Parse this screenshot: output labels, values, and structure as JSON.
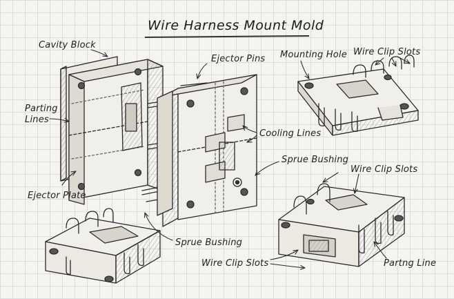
{
  "title": "Wire Harness Mount Mold",
  "labels": {
    "cavity_block": "Cavity Block",
    "ejector_pins": "Ejector Pins",
    "mounting_hole": "Mounting Hole",
    "wire_clip_slots_top": "Wire Clip Slots",
    "parting_lines": "Parting Lines",
    "cooling_lines": "Cooling Lines",
    "sprue_bushing_mid": "Sprue Bushing",
    "wire_clip_slots_mid": "Wire Clip Slots",
    "ejector_plate": "Ejector Plate",
    "sprue_bushing_bottom": "Sprue Bushing",
    "wire_clip_slots_bottom": "Wire Clip Slots",
    "parting_line": "Partng Line"
  },
  "colors": {
    "ink": "#2a2a2a",
    "paper": "#f5f4f0",
    "grid": "#d9dde0",
    "shade": "#9a9a9a"
  }
}
